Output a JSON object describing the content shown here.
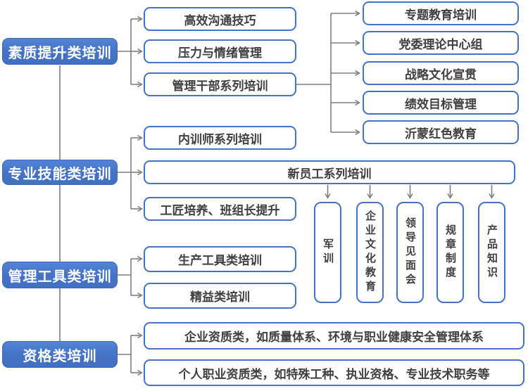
{
  "colors": {
    "category_fill": "#4472C4",
    "node_border": "#4472C4",
    "node_text": "#404040",
    "category_text": "#FFFFFF",
    "connector": "#7F7F7F",
    "background": "#FFFFFF"
  },
  "tree": {
    "groups": [
      {
        "category": "素质提升类培训",
        "children": [
          {
            "label": "高效沟通技巧"
          },
          {
            "label": "压力与情绪管理"
          },
          {
            "label": "管理干部系列培训",
            "children": [
              "专题教育培训",
              "党委理论中心组",
              "战略文化宣贯",
              "绩效目标管理",
              "沂蒙红色教育"
            ]
          }
        ]
      },
      {
        "category": "专业技能类培训",
        "children": [
          {
            "label": "内训师系列培训"
          },
          {
            "label": "新员工系列培训",
            "children": [
              "军训",
              "企业文化教育",
              "领导见面会",
              "规章制度",
              "产品知识"
            ]
          },
          {
            "label": "工匠培养、班组长提升"
          }
        ]
      },
      {
        "category": "管理工具类培训",
        "children": [
          {
            "label": "生产工具类培训"
          },
          {
            "label": "精益类培训"
          }
        ]
      },
      {
        "category": "资格类培训",
        "children": [
          {
            "label": "企业资质类，如质量体系、环境与职业健康安全管理体系"
          },
          {
            "label": "个人职业资质类，如特殊工种、执业资格、专业技术职务等"
          }
        ]
      }
    ]
  }
}
